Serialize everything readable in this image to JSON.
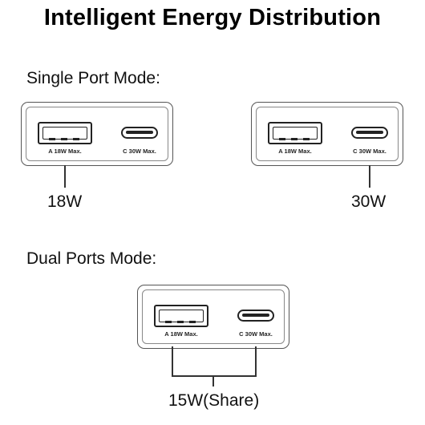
{
  "title": "Intelligent Energy Distribution",
  "single_mode": {
    "label": "Single Port Mode:",
    "left_device": {
      "port_a_label": "A 18W Max.",
      "port_c_label": "C 30W Max.",
      "output": "18W"
    },
    "right_device": {
      "port_a_label": "A 18W Max.",
      "port_c_label": "C 30W Max.",
      "output": "30W"
    }
  },
  "dual_mode": {
    "label": "Dual Ports Mode:",
    "device": {
      "port_a_label": "A 18W Max.",
      "port_c_label": "C 30W Max.",
      "output": "15W(Share)"
    }
  }
}
